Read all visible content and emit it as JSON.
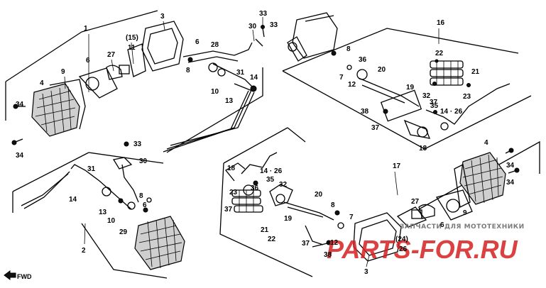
{
  "diagram": {
    "watermark": {
      "small_text": "ЗАПЧАСТИ ДЛЯ МОТОТЕХНИКИ",
      "big_text": "PARTS-FOR.RU"
    },
    "direction_mark": "FWD",
    "callouts": {
      "c1": "1",
      "c2": "2",
      "c3_top": "3",
      "c3_bottom": "3",
      "c15": "(15)",
      "c11": "11",
      "c27_top": "27",
      "c6_top": "6",
      "c9_top": "9",
      "c4_top": "4",
      "c34_a": "34",
      "c34_b": "34",
      "c6_mid": "6",
      "c28": "28",
      "c8_top": "8",
      "c30_top": "30",
      "c33_top_a": "33",
      "c33_top_b": "33",
      "c31_top": "31",
      "c10_top": "10",
      "c13_top": "13",
      "c14_top": "14",
      "c16": "16",
      "c8_r": "8",
      "c36_r": "36",
      "c7_r": "7",
      "c12_r": "12",
      "c20_r": "20",
      "c22_r": "22",
      "c21_r": "21",
      "c23_r": "23",
      "c37_r": "37",
      "c32_r": "32",
      "c35_r": "35",
      "c1426_r": "14 · 26",
      "c19_r": "19",
      "c38_r": "38",
      "c37_r2": "37",
      "c18_r": "18",
      "c33_left": "33",
      "c30_left": "30",
      "c31_left": "31",
      "c14_left": "14",
      "c13_left": "13",
      "c10_left": "10",
      "c29": "29",
      "c8_left": "8",
      "c6_left": "6",
      "c17": "17",
      "c18_b": "18",
      "c1426_b": "14 · 26",
      "c35_b": "35",
      "c32_b": "32",
      "c23_b": "23",
      "c37_b": "37",
      "c36_b": "36",
      "c21_b": "21",
      "c19_b": "19",
      "c22_b": "22",
      "c20_b": "20",
      "c8_b": "8",
      "c7_b": "7",
      "c12_b": "12",
      "c37_b2": "37",
      "c38_b": "38",
      "c24": "(24)",
      "c26": "26",
      "c27_b": "27",
      "c6_b": "6",
      "c9_b": "9",
      "c4_b": "4",
      "c34_c": "34",
      "c34_d": "34"
    }
  }
}
